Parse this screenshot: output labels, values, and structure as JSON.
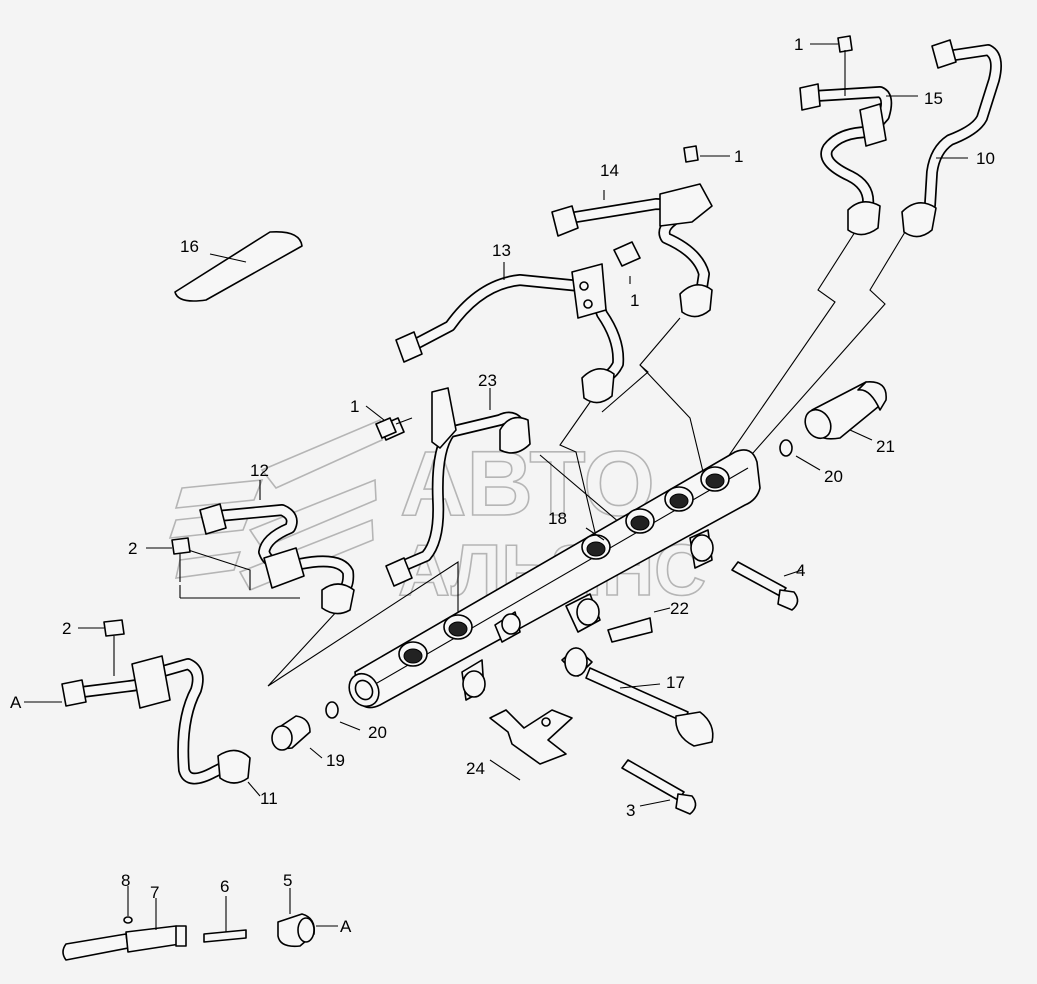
{
  "watermark": {
    "line1": "АВТО",
    "line2": "АЛЬЯНС"
  },
  "callouts": [
    {
      "id": "c1a",
      "text": "1"
    },
    {
      "id": "c1b",
      "text": "1"
    },
    {
      "id": "c1c",
      "text": "1"
    },
    {
      "id": "c1d",
      "text": "1"
    },
    {
      "id": "c2a",
      "text": "2"
    },
    {
      "id": "c2b",
      "text": "2"
    },
    {
      "id": "c3",
      "text": "3"
    },
    {
      "id": "c4",
      "text": "4"
    },
    {
      "id": "c5",
      "text": "5"
    },
    {
      "id": "c6",
      "text": "6"
    },
    {
      "id": "c7",
      "text": "7"
    },
    {
      "id": "c8",
      "text": "8"
    },
    {
      "id": "c10",
      "text": "10"
    },
    {
      "id": "c11",
      "text": "11"
    },
    {
      "id": "c12",
      "text": "12"
    },
    {
      "id": "c13",
      "text": "13"
    },
    {
      "id": "c14",
      "text": "14"
    },
    {
      "id": "c15",
      "text": "15"
    },
    {
      "id": "c16",
      "text": "16"
    },
    {
      "id": "c17",
      "text": "17"
    },
    {
      "id": "c18",
      "text": "18"
    },
    {
      "id": "c19",
      "text": "19"
    },
    {
      "id": "c20a",
      "text": "20"
    },
    {
      "id": "c20b",
      "text": "20"
    },
    {
      "id": "c21",
      "text": "21"
    },
    {
      "id": "c22",
      "text": "22"
    },
    {
      "id": "c23",
      "text": "23"
    },
    {
      "id": "c24",
      "text": "24"
    },
    {
      "id": "cAa",
      "text": "A"
    },
    {
      "id": "cAb",
      "text": "A"
    }
  ]
}
